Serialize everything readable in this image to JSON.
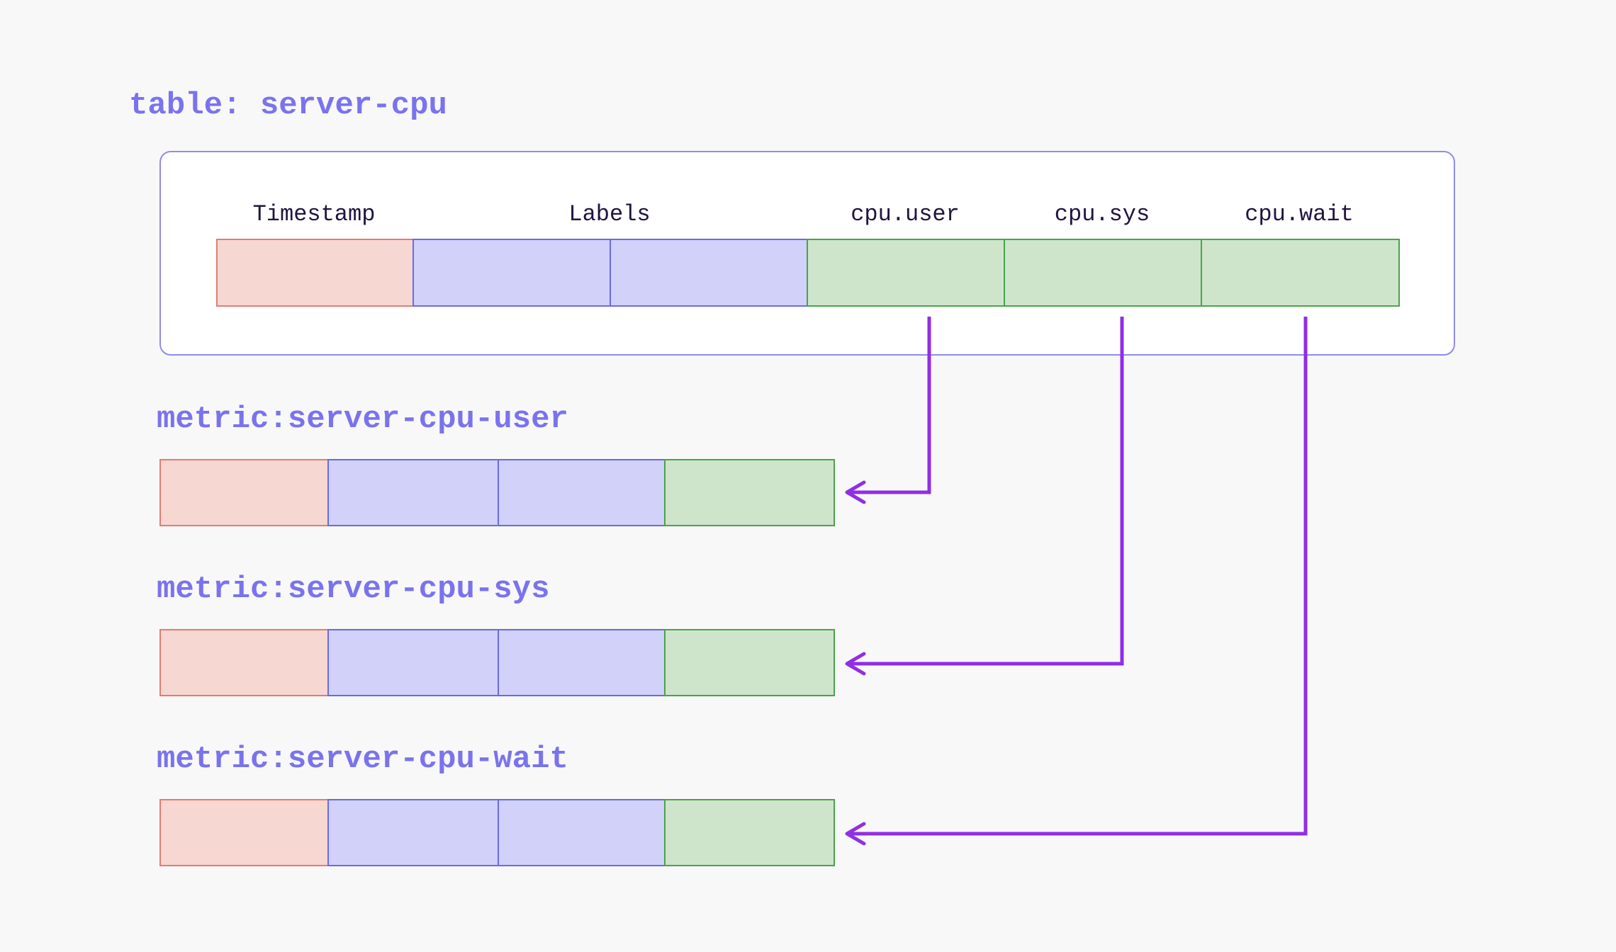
{
  "title": {
    "text": "table: server-cpu"
  },
  "table": {
    "columns": [
      {
        "label": "Timestamp",
        "kind": "timestamp",
        "span": 1
      },
      {
        "label": "Labels",
        "kind": "labels",
        "span": 2
      },
      {
        "label": "cpu.user",
        "kind": "field",
        "span": 1
      },
      {
        "label": "cpu.sys",
        "kind": "field",
        "span": 1
      },
      {
        "label": "cpu.wait",
        "kind": "field",
        "span": 1
      }
    ]
  },
  "metrics": [
    {
      "label": "metric:server-cpu-user",
      "from_column": "cpu.user"
    },
    {
      "label": "metric:server-cpu-sys",
      "from_column": "cpu.sys"
    },
    {
      "label": "metric:server-cpu-wait",
      "from_column": "cpu.wait"
    }
  ],
  "colors": {
    "page_bg": "#f8f8f8",
    "panel_bg": "#ffffff",
    "panel_border": "#8c8cee",
    "accent_text": "#7a73ee",
    "header_text": "#201440",
    "cell_timestamp_fill": "#f7d7d2",
    "cell_timestamp_border": "#e37c72",
    "cell_labels_fill": "#d1d1fa",
    "cell_labels_border": "#6a6ae0",
    "cell_field_fill": "#cee5cc",
    "cell_field_border": "#4aa34a",
    "arrow": "#902ee6"
  }
}
